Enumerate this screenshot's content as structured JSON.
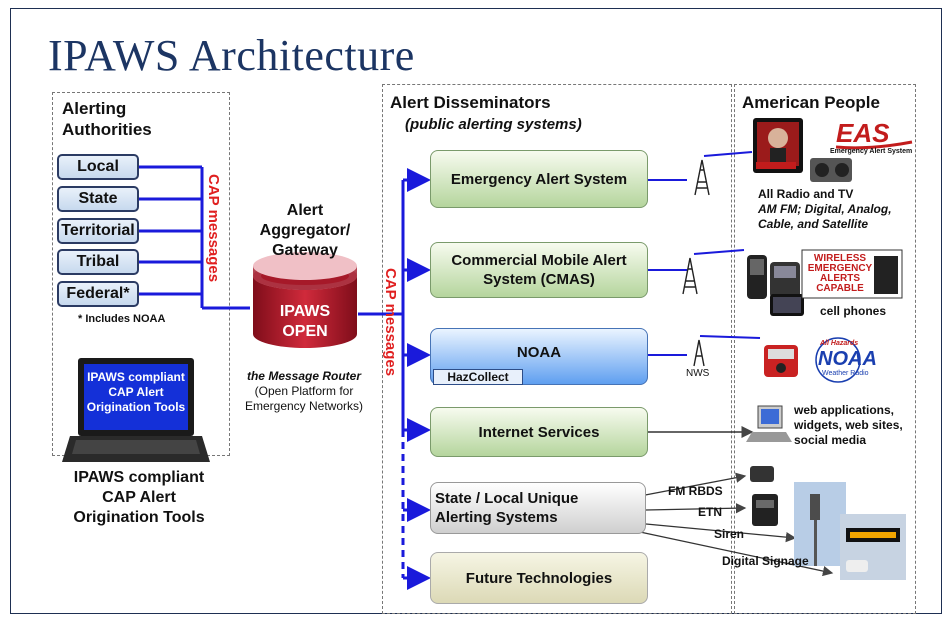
{
  "title": "IPAWS Architecture",
  "columns": {
    "authorities_header": "Alerting\nAuthorities",
    "disseminators_header": "Alert Disseminators",
    "disseminators_subheader": "(public alerting systems)",
    "people_header": "American People"
  },
  "authorities": [
    "Local",
    "State",
    "Territorial",
    "Tribal",
    "Federal*"
  ],
  "authorities_note": "* Includes NOAA",
  "cap_messages_left": "CAP messages",
  "cap_messages_right": "CAP messages",
  "gateway_label": "Alert\nAggregator/\nGateway",
  "gateway_cylinder": "IPAWS\nOPEN",
  "router_title": "the Message Router",
  "router_desc": "(Open Platform for\nEmergency Networks)",
  "laptop_screen": "IPAWS compliant\nCAP Alert\nOrigination Tools",
  "laptop_caption": "IPAWS compliant\nCAP Alert\nOrigination Tools",
  "disseminators": [
    "Emergency Alert System",
    "Commercial Mobile Alert\nSystem (CMAS)",
    "NOAA",
    "Internet Services",
    "State / Local Unique\nAlerting Systems",
    "Future Technologies"
  ],
  "hazcollect": "HazCollect",
  "nws_label": "NWS",
  "people": {
    "eas_logo": "EAS",
    "eas_logo_sub": "Emergency Alert System",
    "radio_tv_title": "All Radio and TV",
    "radio_tv_detail": "AM FM; Digital, Analog,\nCable, and Satellite",
    "wea_logo": "WIRELESS\nEMERGENCY\nALERTS\nCAPABLE",
    "cell_phones": "cell phones",
    "noaa_logo": "NOAA",
    "noaa_logo_top": "All Hazards",
    "noaa_logo_sub": "Weather Radio",
    "web": "web applications,\nwidgets, web sites,\nsocial media"
  },
  "local_channels": [
    "FM RBDS",
    "ETN",
    "Siren",
    "Digital Signage"
  ],
  "colors": {
    "title": "#1c3563",
    "flow_line": "#1a1adb",
    "cap_text": "#e02020",
    "cylinder": "#b3182a"
  }
}
